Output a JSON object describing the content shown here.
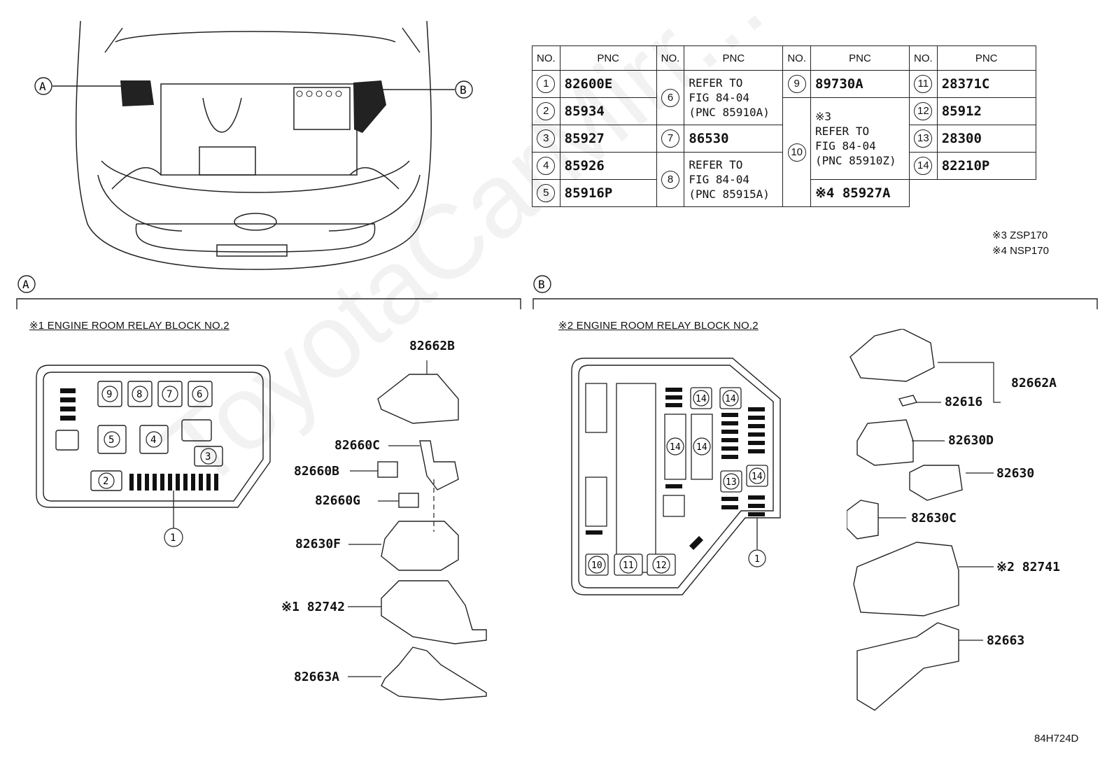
{
  "table": {
    "headers": [
      "NO.",
      "PNC",
      "NO.",
      "PNC",
      "NO.",
      "PNC",
      "NO.",
      "PNC"
    ],
    "col1": [
      {
        "no": "1",
        "pnc": "82600E"
      },
      {
        "no": "2",
        "pnc": "85934"
      },
      {
        "no": "3",
        "pnc": "85927"
      },
      {
        "no": "4",
        "pnc": "85926"
      },
      {
        "no": "5",
        "pnc": "85916P"
      }
    ],
    "col2": [
      {
        "no": "6",
        "pnc": "REFER TO\nFIG 84-04\n(PNC 85910A)"
      },
      {
        "no": "7",
        "pnc": "86530"
      },
      {
        "no": "8",
        "pnc": "REFER TO\nFIG 84-04\n(PNC 85915A)"
      }
    ],
    "col3": [
      {
        "no": "9",
        "pnc": "89730A"
      },
      {
        "no": "10",
        "pnc_a": "※3\nREFER TO\nFIG 84-04\n(PNC 85910Z)",
        "pnc_b": "※4 85927A"
      }
    ],
    "col4": [
      {
        "no": "11",
        "pnc": "28371C"
      },
      {
        "no": "12",
        "pnc": "85912"
      },
      {
        "no": "13",
        "pnc": "28300"
      },
      {
        "no": "14",
        "pnc": "82210P"
      }
    ]
  },
  "notes": [
    "※3 ZSP170",
    "※4 NSP170"
  ],
  "sections": {
    "a_marker": "A",
    "b_marker": "B",
    "a_title": "※1 ENGINE ROOM RELAY BLOCK NO.2",
    "b_title": "※2 ENGINE ROOM RELAY BLOCK NO.2"
  },
  "parts_a": [
    "82662B",
    "82660C",
    "82660B",
    "82660G",
    "82630F",
    "※1 82742",
    "82663A"
  ],
  "parts_b": [
    "82662A",
    "82616",
    "82630D",
    "82630",
    "82630C",
    "※2 82741",
    "82663"
  ],
  "block_a_slots": [
    "9",
    "8",
    "7",
    "6",
    "5",
    "4",
    "3",
    "2",
    "1"
  ],
  "block_b_slots": [
    "14",
    "14",
    "14",
    "14",
    "13",
    "14",
    "10",
    "11",
    "12",
    "1"
  ],
  "diagram_code": "84H724D",
  "watermark": "ToyotaCarMirr..."
}
